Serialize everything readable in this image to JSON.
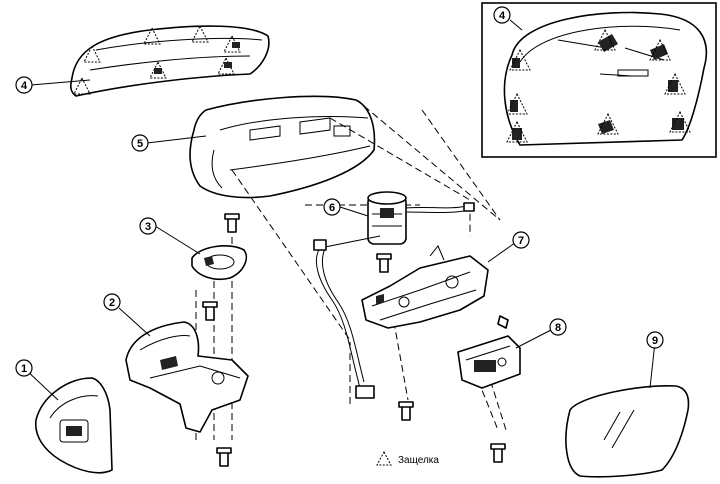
{
  "callouts": [
    {
      "num": "1"
    },
    {
      "num": "2"
    },
    {
      "num": "3"
    },
    {
      "num": "4"
    },
    {
      "num": "5"
    },
    {
      "num": "6"
    },
    {
      "num": "7"
    },
    {
      "num": "8"
    },
    {
      "num": "9"
    },
    {
      "num": "4"
    }
  ],
  "legend": {
    "label": "Защелка"
  }
}
